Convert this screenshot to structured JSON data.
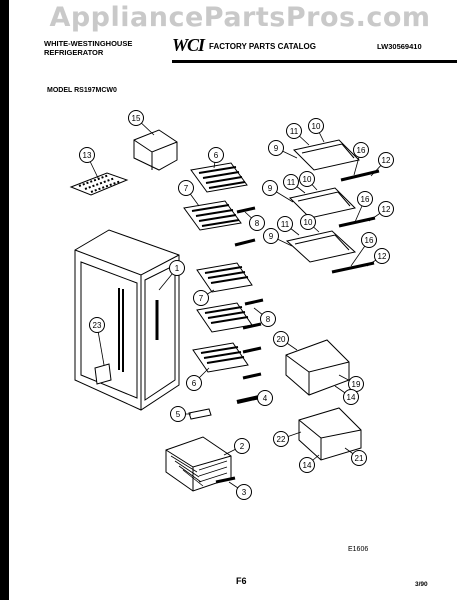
{
  "watermark": "AppliancePartsPros.com",
  "header": {
    "brand_line1": "WHITE-WESTINGHOUSE",
    "brand_line2": "REFRIGERATOR",
    "logo": "WCI",
    "catalog_title": "FACTORY PARTS CATALOG",
    "document_number": "LW30569410"
  },
  "model_label": "MODEL RS197MCW0",
  "callouts": [
    "15",
    "13",
    "6",
    "7",
    "8",
    "11",
    "10",
    "9",
    "16",
    "12",
    "11",
    "10",
    "9",
    "16",
    "12",
    "11",
    "10",
    "9",
    "16",
    "12",
    "1",
    "7",
    "8",
    "23",
    "20",
    "6",
    "19",
    "14",
    "4",
    "5",
    "2",
    "22",
    "14",
    "21",
    "3"
  ],
  "figure_code": "E1606",
  "footer": {
    "page_code": "F6",
    "date": "3/90"
  },
  "colors": {
    "ink": "#000000",
    "paper": "#ffffff",
    "watermark": "#c9c9c9"
  }
}
